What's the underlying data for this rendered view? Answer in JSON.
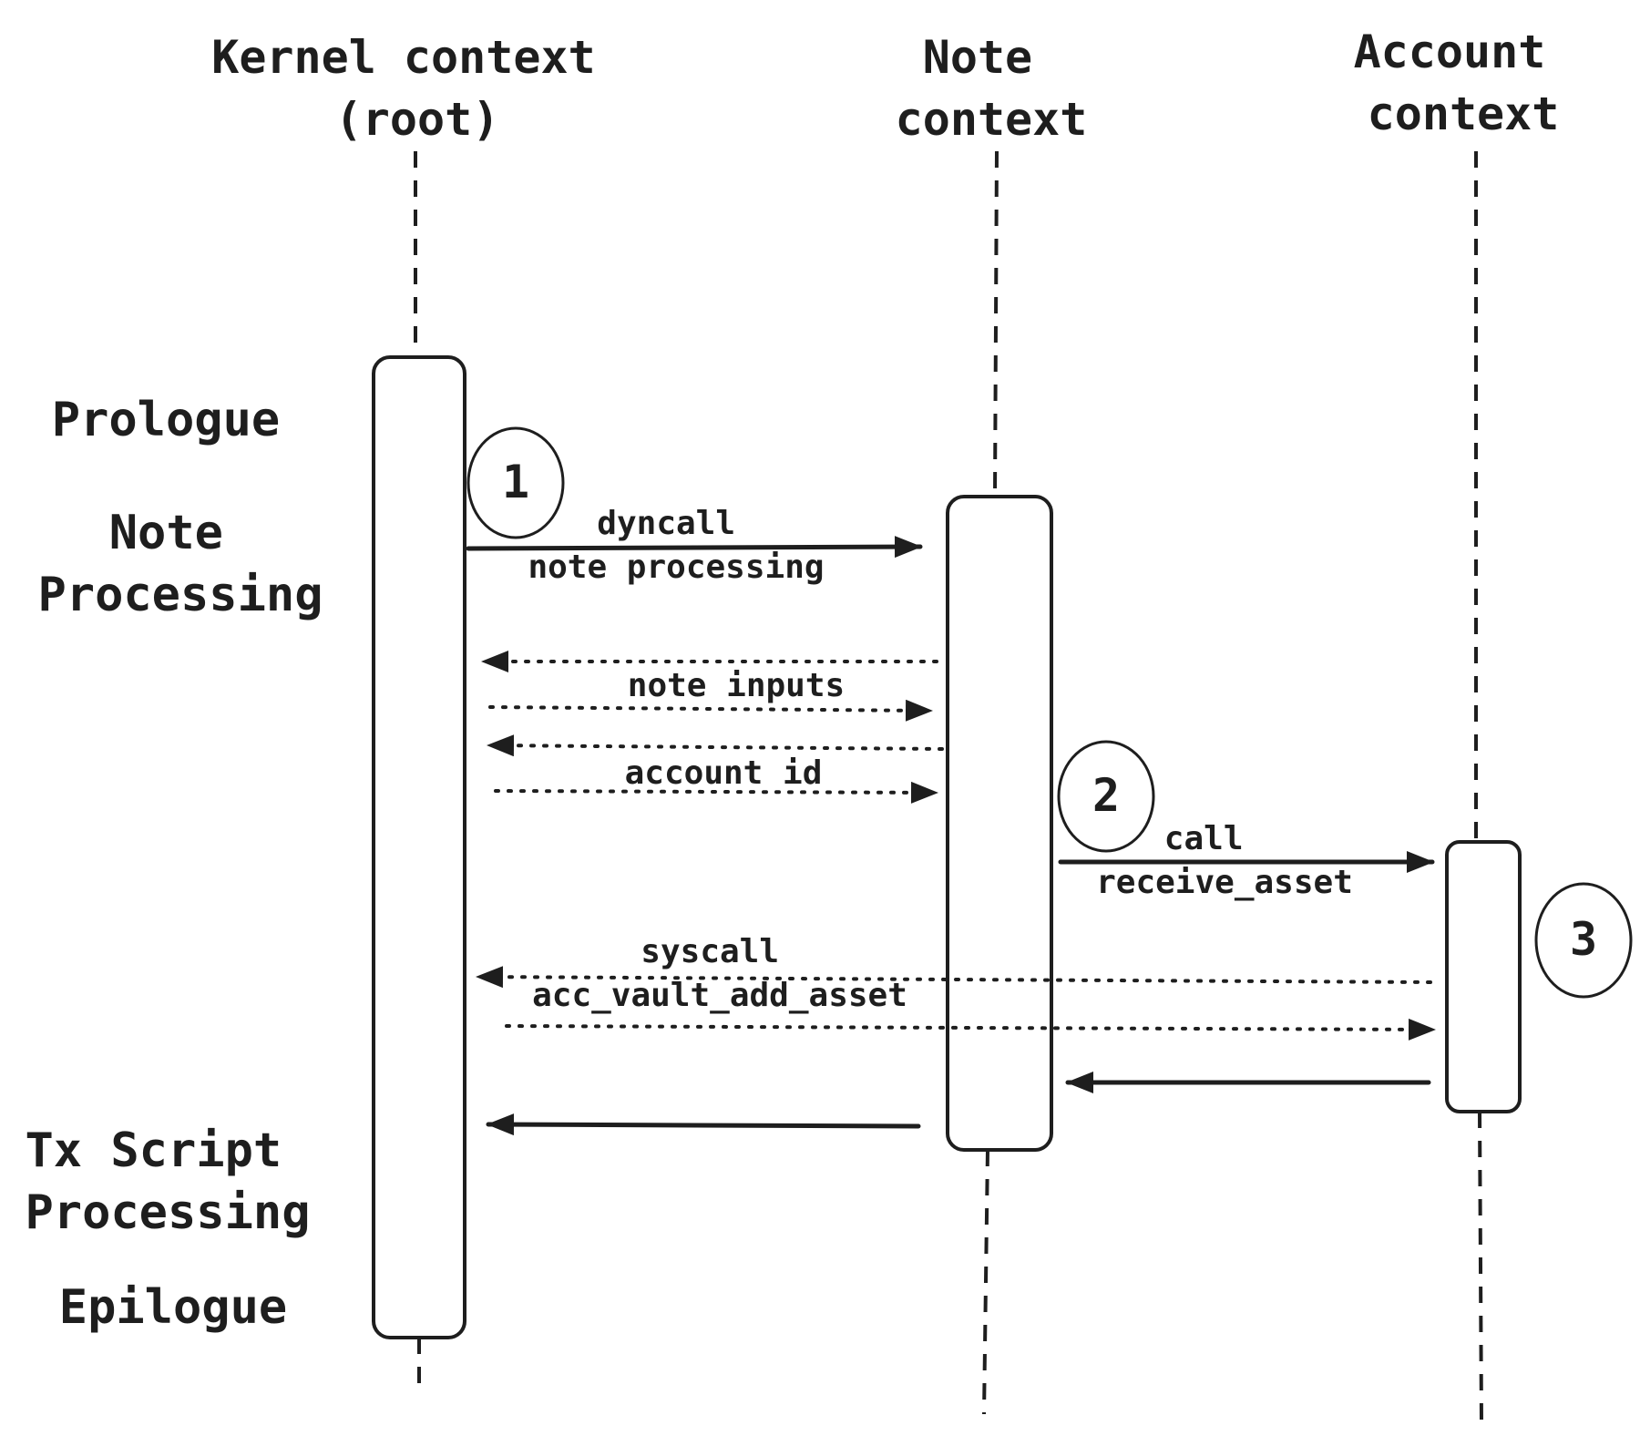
{
  "headers": {
    "kernel": [
      "Kernel context",
      "(root)"
    ],
    "note": [
      "Note",
      "context"
    ],
    "account": [
      "Account",
      "context"
    ]
  },
  "phases": {
    "prologue": [
      "Prologue"
    ],
    "note_processing": [
      "Note",
      "Processing"
    ],
    "tx_script": [
      "Tx Script",
      "Processing"
    ],
    "epilogue": [
      "Epilogue"
    ]
  },
  "messages": {
    "dyncall": [
      "dyncall",
      "note processing"
    ],
    "note_inputs": [
      "note inputs"
    ],
    "account_id": [
      "account id"
    ],
    "call": [
      "call",
      "receive_asset"
    ],
    "syscall": [
      "syscall",
      "acc_vault_add_asset"
    ]
  },
  "steps": [
    "1",
    "2",
    "3"
  ],
  "colors": {
    "ink": "#1e1e1e",
    "background": "#ffffff"
  }
}
